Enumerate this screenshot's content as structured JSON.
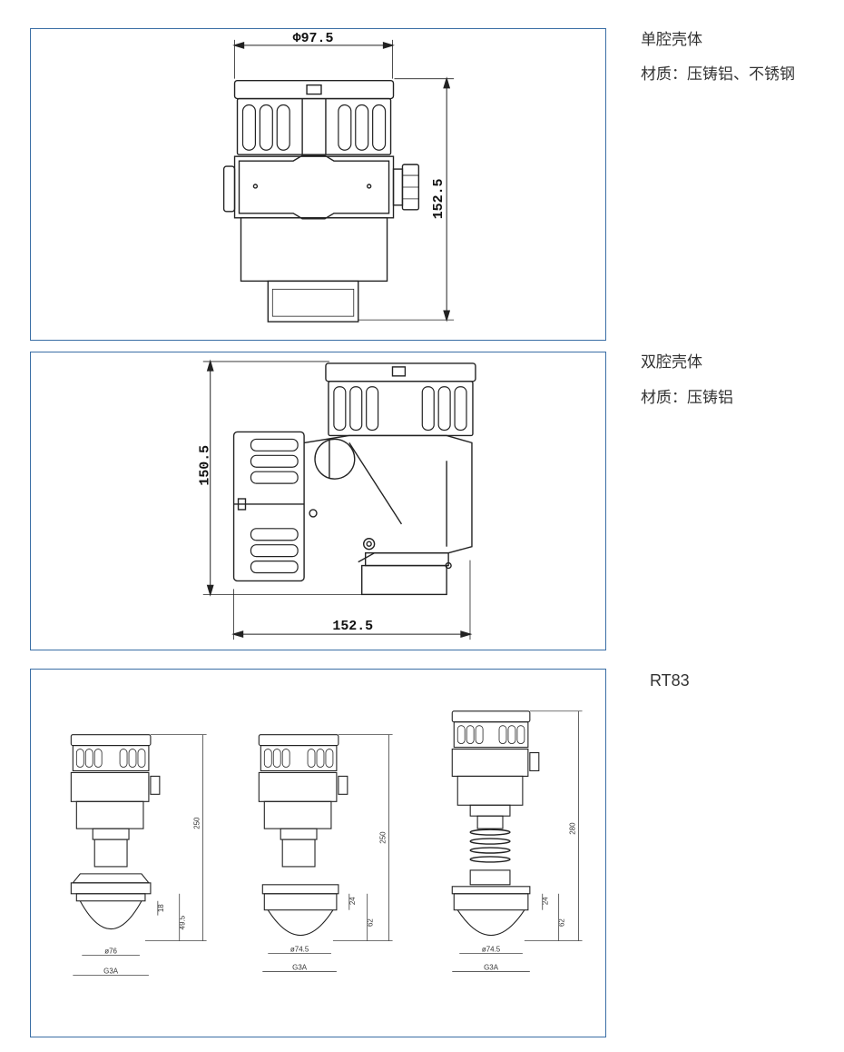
{
  "captions": {
    "single": {
      "title": "单腔壳体",
      "material": "材质：压铸铝、不锈钢"
    },
    "dual": {
      "title": "双腔壳体",
      "material": "材质：压铸铝"
    },
    "model": "RT83"
  },
  "panel1": {
    "diameter": "Φ97.5",
    "height": "152.5"
  },
  "panel2": {
    "height": "150.5",
    "width": "152.5"
  },
  "panel3": {
    "left": {
      "height": "250",
      "d1": "18",
      "d2": "49.5",
      "dia": "ø76",
      "thread": "G3A"
    },
    "middle": {
      "height": "250",
      "d1": "24",
      "d2": "62",
      "dia": "ø74.5",
      "thread": "G3A"
    },
    "right": {
      "height": "280",
      "d1": "24",
      "d2": "62",
      "dia": "ø74.5",
      "thread": "G3A"
    }
  },
  "colors": {
    "frame": "#3a6ea5",
    "line": "#222222"
  }
}
